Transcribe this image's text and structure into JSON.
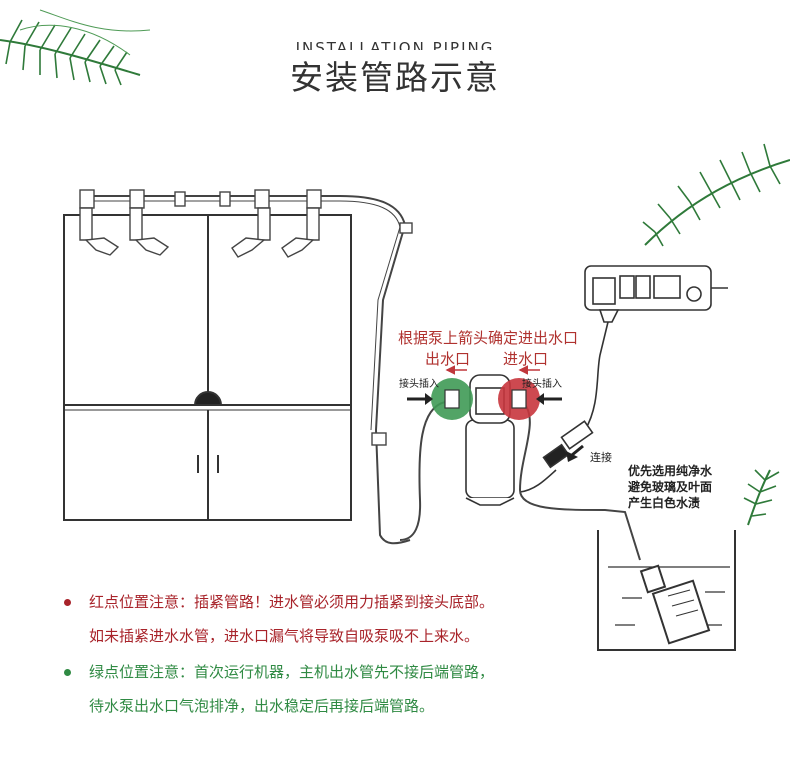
{
  "header": {
    "title_en": "INSTALLATION PIPING",
    "title_zh": "安装管路示意"
  },
  "diagram": {
    "direction_note": "根据泵上箭头确定进出水口",
    "outlet_label": "出水口",
    "inlet_label": "进水口",
    "plug_in_left": "接头插入",
    "plug_in_right": "接头插入",
    "connect_label": "连接",
    "water_note": [
      "优先选用纯净水",
      "避免玻璃及叶面",
      "产生白色水渍"
    ]
  },
  "notes": {
    "red": {
      "color": "#a8232a",
      "line1": "红点位置注意：插紧管路！进水管必须用力插紧到接头底部。",
      "line2": "如未插紧进水水管，进水口漏气将导致自吸泵吸不上来水。"
    },
    "green": {
      "color": "#2f8a43",
      "line1": "绿点位置注意：首次运行机器，主机出水管先不接后端管路，",
      "line2": "待水泵出水口气泡排净，出水稳定后再接后端管路。"
    }
  },
  "colors": {
    "accent_red": "#c8353d",
    "accent_green": "#3f9a55",
    "line": "#333333"
  }
}
